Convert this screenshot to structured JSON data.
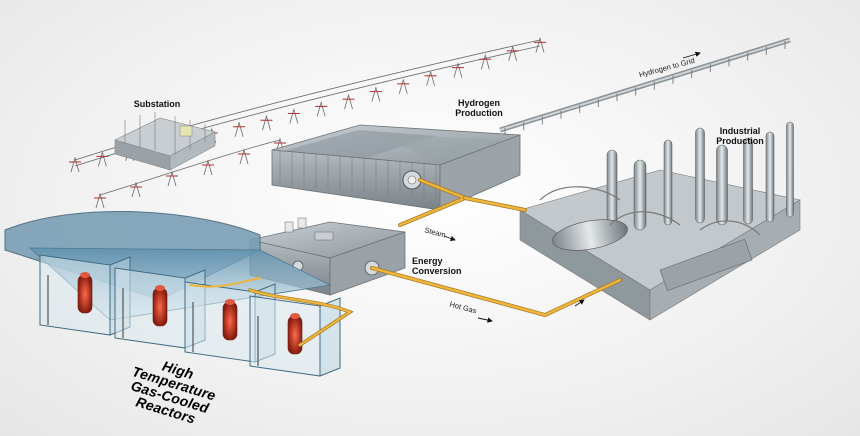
{
  "labels": {
    "substation": "Substation",
    "hydrogen_production": "Hydrogen Production",
    "industrial_production": "Industrial Production",
    "hydrogen_to_grid": "Hydrogen to Grid",
    "steam": "Steam",
    "energy_conversion": "Energy Conversion",
    "hot_gas": "Hot Gas",
    "reactors": "High Temperature Gas-Cooled Reactors"
  },
  "colors": {
    "pipe": "#f0b53a",
    "reactor_core": "#c0392b",
    "glass": "#7fb8d8"
  }
}
